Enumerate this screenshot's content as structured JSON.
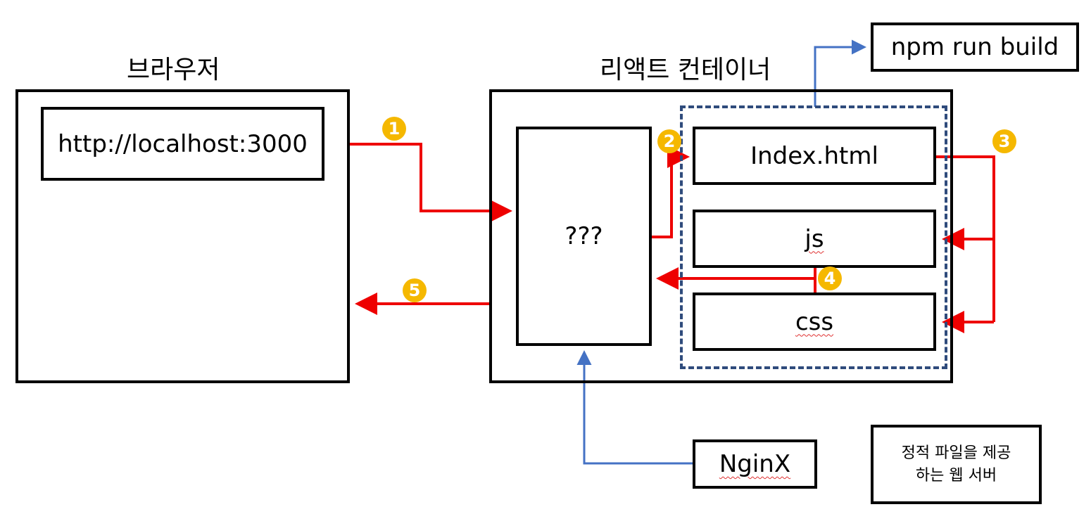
{
  "titles": {
    "browser": "브라우저",
    "react_container": "리액트 컨테이너"
  },
  "boxes": {
    "url": "http://localhost:3000",
    "unknown_server": "???",
    "index_file": "Index.html",
    "js_file": "js",
    "css_file": "css",
    "build_command": "npm run build",
    "nginx": "NginX",
    "note_line1": "정적 파일을 제공",
    "note_line2": "하는 웹 서버"
  },
  "steps": [
    "1",
    "2",
    "3",
    "4",
    "5"
  ],
  "colors": {
    "request_flow": "#ee0000",
    "annotation_link": "#4472c4",
    "build_border": "#2f4b7c",
    "step_badge": "#f5b800"
  }
}
